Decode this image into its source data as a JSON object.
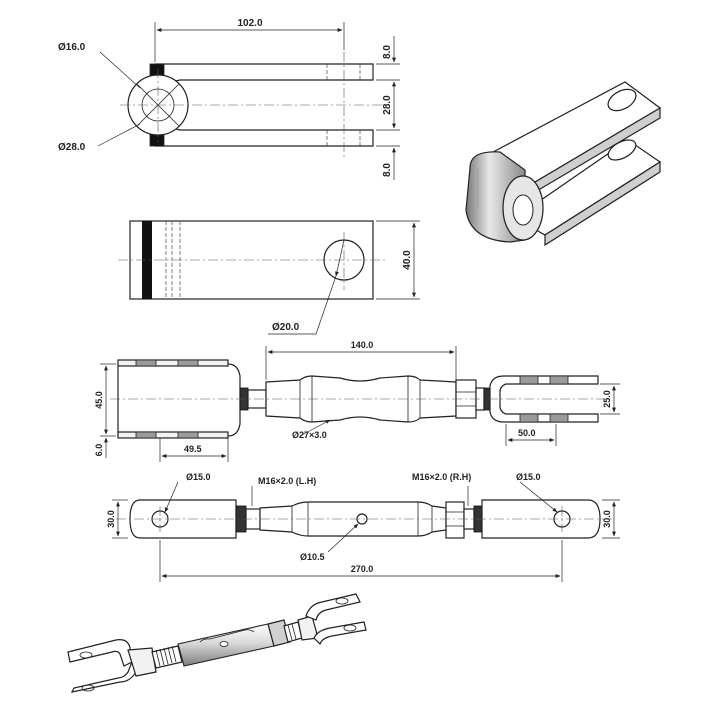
{
  "dimensions": {
    "view_top": {
      "length": "102.0",
      "pin_hole": "Ø16.0",
      "boss": "Ø28.0",
      "plate_top": "8.0",
      "gap": "28.0",
      "plate_bottom": "8.0"
    },
    "view_side": {
      "height": "40.0",
      "hole": "Ø20.0"
    },
    "assembly_top": {
      "body_length": "140.0",
      "body_dia": "Ø27×3.0",
      "fork_height": "45.0",
      "plate": "6.0",
      "fork_length": "49.5",
      "fork_right_length": "50.0",
      "fork_right_gap": "25.0"
    },
    "assembly_side": {
      "eye_hole_left": "Ø15.0",
      "eye_hole_right": "Ø15.0",
      "thread_left": "M16×2.0 (L.H)",
      "thread_right": "M16×2.0 (R.H)",
      "end_width_left": "30.0",
      "end_width_right": "30.0",
      "cross_hole": "Ø10.5",
      "total_length": "270.0"
    }
  },
  "colors": {
    "line": "#222222",
    "fill": "#f2f2f2",
    "shade": "#9a9a9a"
  }
}
